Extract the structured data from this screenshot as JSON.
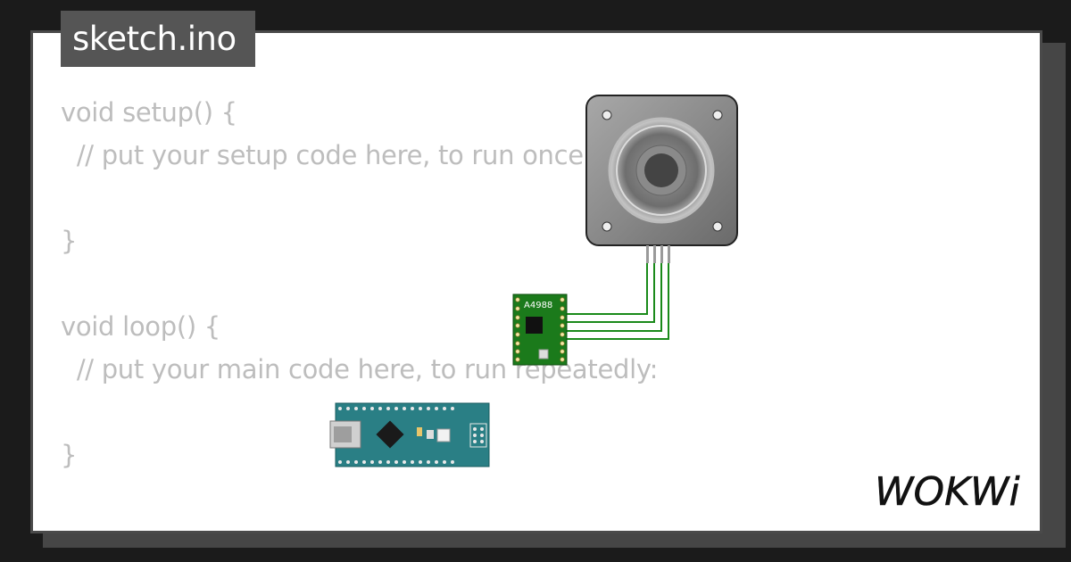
{
  "tab": {
    "filename": "sketch.ino"
  },
  "code": {
    "lines": [
      "void setup() {",
      "  // put your setup code here, to run once:",
      "",
      "}",
      "",
      "void loop() {",
      "  // put your main code here, to run repeatedly:",
      "",
      "}"
    ]
  },
  "components": {
    "driver_label": "A4988",
    "stepper_motor": "stepper-motor",
    "arduino": "arduino-nano"
  },
  "brand": {
    "logo_text": "WOKWi"
  },
  "colors": {
    "board_green": "#1b7a1b",
    "nano_teal": "#2a7f85",
    "wire_green": "#1a8a1a",
    "motor_gray": "#7a7a7a"
  }
}
